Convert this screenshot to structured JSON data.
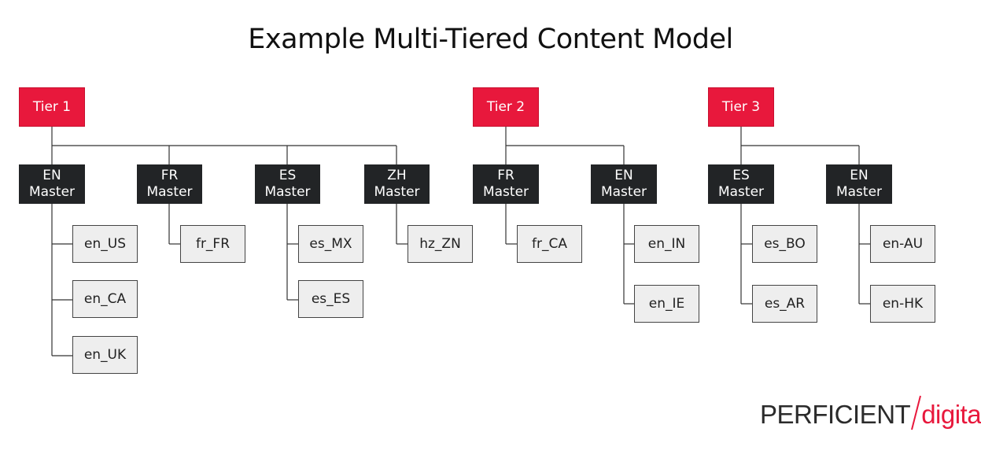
{
  "title": "Example Multi-Tiered Content Model",
  "tiers": [
    {
      "label": "Tier 1",
      "masters": [
        {
          "lang": "EN",
          "word": "Master",
          "leaves": [
            "en_US",
            "en_CA",
            "en_UK"
          ]
        },
        {
          "lang": "FR",
          "word": "Master",
          "leaves": [
            "fr_FR"
          ]
        },
        {
          "lang": "ES",
          "word": "Master",
          "leaves": [
            "es_MX",
            "es_ES"
          ]
        },
        {
          "lang": "ZH",
          "word": "Master",
          "leaves": [
            "hz_ZN"
          ]
        }
      ]
    },
    {
      "label": "Tier 2",
      "masters": [
        {
          "lang": "FR",
          "word": "Master",
          "leaves": [
            "fr_CA"
          ]
        },
        {
          "lang": "EN",
          "word": "Master",
          "leaves": [
            "en_IN",
            "en_IE"
          ]
        }
      ]
    },
    {
      "label": "Tier 3",
      "masters": [
        {
          "lang": "ES",
          "word": "Master",
          "leaves": [
            "es_BO",
            "es_AR"
          ]
        },
        {
          "lang": "EN",
          "word": "Master",
          "leaves": [
            "en-AU",
            "en-HK"
          ]
        }
      ]
    }
  ],
  "logo": {
    "brand": "PERFICIENT",
    "sub": "digital"
  },
  "colors": {
    "tier": "#e8183c",
    "master": "#222426",
    "leaf": "#eeeeee",
    "line": "#333333"
  }
}
